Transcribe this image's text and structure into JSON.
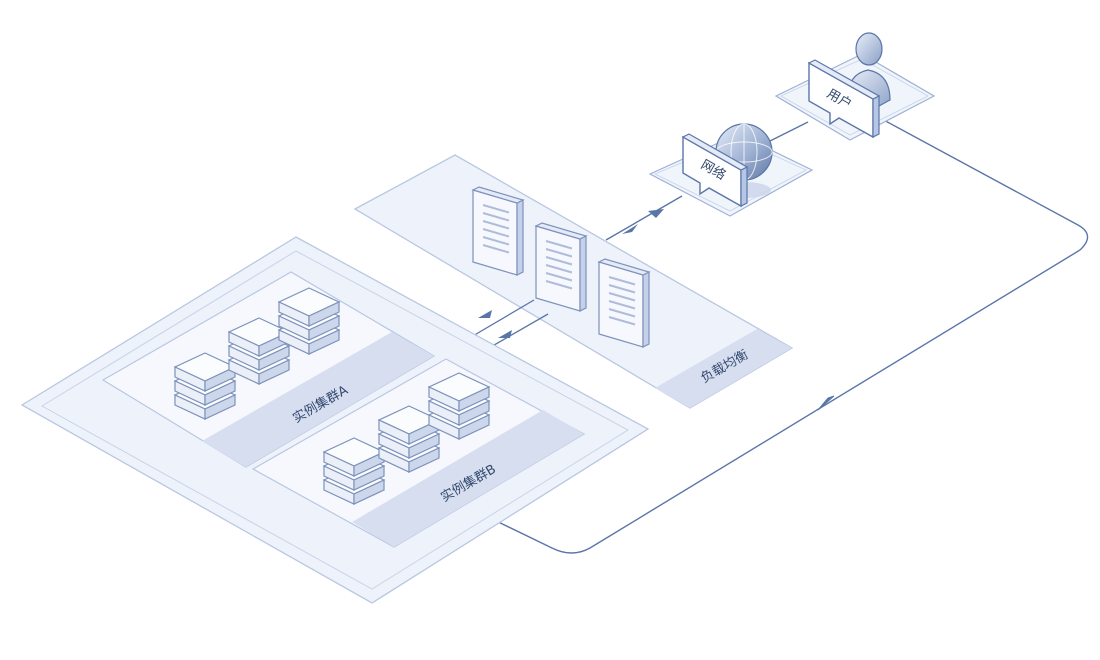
{
  "diagram": {
    "nodes": {
      "user": {
        "label": "用户",
        "icon": "user-icon"
      },
      "network": {
        "label": "网络",
        "icon": "globe-icon"
      },
      "load_balancer": {
        "label": "负载均衡",
        "icon": "server-icon"
      },
      "cluster_a": {
        "label": "实例集群A",
        "icon": "instance-stack-icon"
      },
      "cluster_b": {
        "label": "实例集群B",
        "icon": "instance-stack-icon"
      }
    },
    "edges": [
      {
        "from": "user",
        "to": "network"
      },
      {
        "from": "network",
        "to": "load_balancer",
        "bidirectional": true
      },
      {
        "from": "load_balancer",
        "to": "cluster_a"
      },
      {
        "from": "load_balancer",
        "to": "cluster_b"
      },
      {
        "from": "cluster_b",
        "to": "user",
        "route": "return loop"
      }
    ],
    "colors": {
      "line": "#5a76a8",
      "panel_fill": "#eef2fa",
      "panel_stroke": "#b9c7e3",
      "strip": "#d6def0",
      "label": "#34496e"
    }
  }
}
